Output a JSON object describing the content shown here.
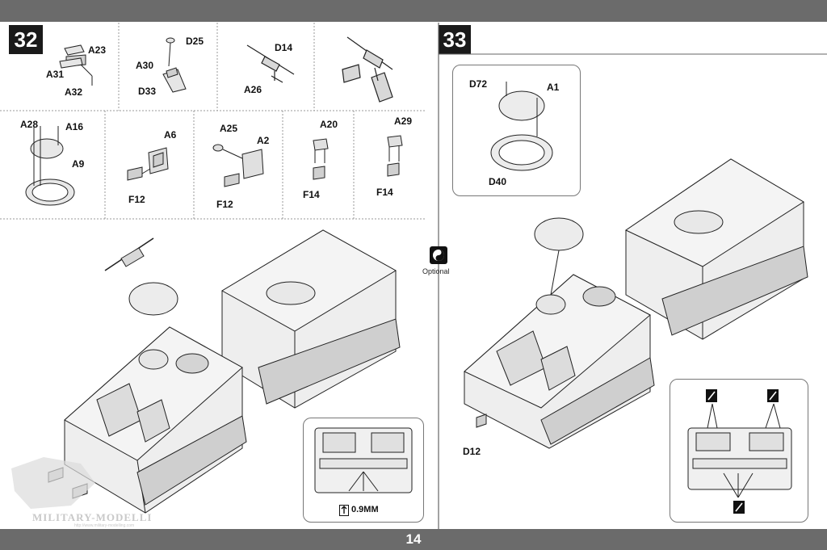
{
  "page": {
    "number": "14"
  },
  "steps": [
    {
      "number": "32"
    },
    {
      "number": "33"
    }
  ],
  "step32": {
    "sub1": {
      "labels": [
        "A23",
        "A31",
        "A32"
      ]
    },
    "sub2": {
      "labels": [
        "D25",
        "A30",
        "D33"
      ]
    },
    "sub3": {
      "labels": [
        "D14",
        "A26"
      ]
    },
    "sub5": {
      "labels": [
        "A28",
        "A16",
        "A9"
      ]
    },
    "sub6": {
      "labels": [
        "A6",
        "F12"
      ]
    },
    "sub7": {
      "labels": [
        "A25",
        "A2",
        "F12"
      ]
    },
    "sub8": {
      "labels": [
        "A20",
        "F14"
      ]
    },
    "sub9": {
      "labels": [
        "A29",
        "F14"
      ]
    },
    "drill_callout": {
      "size": "0.9MM"
    }
  },
  "optional": {
    "label": "Optional"
  },
  "step33": {
    "hatch_callout": {
      "labels": [
        "D72",
        "A1",
        "D40"
      ]
    },
    "part_label": "D12"
  },
  "watermark": {
    "text": "MILITARY-MODELLI",
    "url": "http://www.military-modelling.com"
  }
}
